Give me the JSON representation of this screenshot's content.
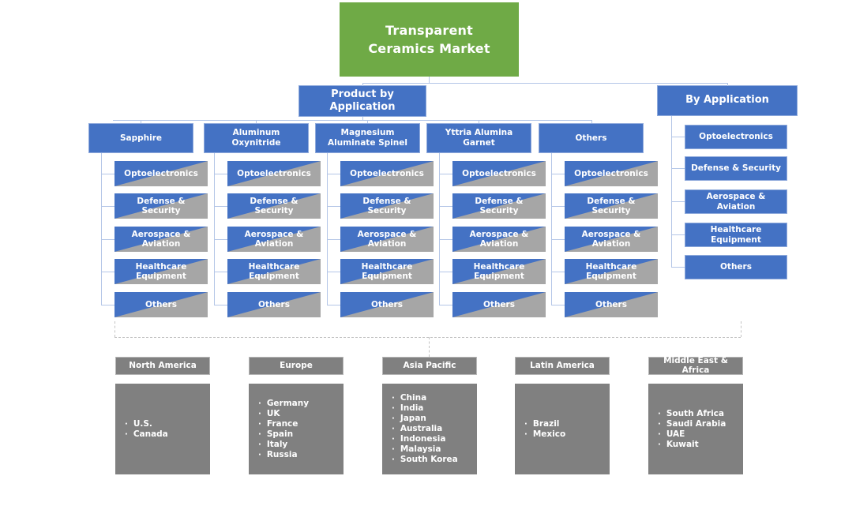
{
  "root": {
    "title": "Transparent\nCeramics Market"
  },
  "branches": {
    "product_by_application": {
      "label": "Product by\nApplication"
    },
    "by_application": {
      "label": "By Application"
    }
  },
  "products": [
    {
      "label": "Sapphire",
      "applications": [
        "Optoelectronics",
        "Defense & Security",
        "Aerospace & Aviation",
        "Healthcare Equipment",
        "Others"
      ]
    },
    {
      "label": "Aluminum Oxynitride",
      "applications": [
        "Optoelectronics",
        "Defense & Security",
        "Aerospace & Aviation",
        "Healthcare Equipment",
        "Others"
      ]
    },
    {
      "label": "Magnesium\nAluminate Spinel",
      "applications": [
        "Optoelectronics",
        "Defense & Security",
        "Aerospace & Aviation",
        "Healthcare Equipment",
        "Others"
      ]
    },
    {
      "label": "Yttria Alumina\nGarnet",
      "applications": [
        "Optoelectronics",
        "Defense & Security",
        "Aerospace & Aviation",
        "Healthcare Equipment",
        "Others"
      ]
    },
    {
      "label": "Others",
      "applications": [
        "Optoelectronics",
        "Defense & Security",
        "Aerospace & Aviation",
        "Healthcare Equipment",
        "Others"
      ]
    }
  ],
  "by_application_items": [
    "Optoelectronics",
    "Defense & Security",
    "Aerospace & Aviation",
    "Healthcare Equipment",
    "Others"
  ],
  "regions": [
    {
      "label": "North America",
      "countries": [
        "U.S.",
        "Canada"
      ]
    },
    {
      "label": "Europe",
      "countries": [
        "Germany",
        "UK",
        "France",
        "Spain",
        "Italy",
        "Russia"
      ]
    },
    {
      "label": "Asia Pacific",
      "countries": [
        "China",
        "India",
        "Japan",
        "Australia",
        "Indonesia",
        "Malaysia",
        "South Korea"
      ]
    },
    {
      "label": "Latin America",
      "countries": [
        "Brazil",
        "Mexico"
      ]
    },
    {
      "label": "Middle East &\nAfrica",
      "countries": [
        "South Africa",
        "Saudi Arabia",
        "UAE",
        "Kuwait"
      ]
    }
  ],
  "colors": {
    "root_green": "#6faa46",
    "node_blue": "#4472c4",
    "node_blue_border": "#8faadc",
    "split_gray": "#a6a6a6",
    "region_gray": "#808080",
    "connector_blue": "#b4c6e7",
    "connector_dashed_gray": "#c2c2c2"
  }
}
